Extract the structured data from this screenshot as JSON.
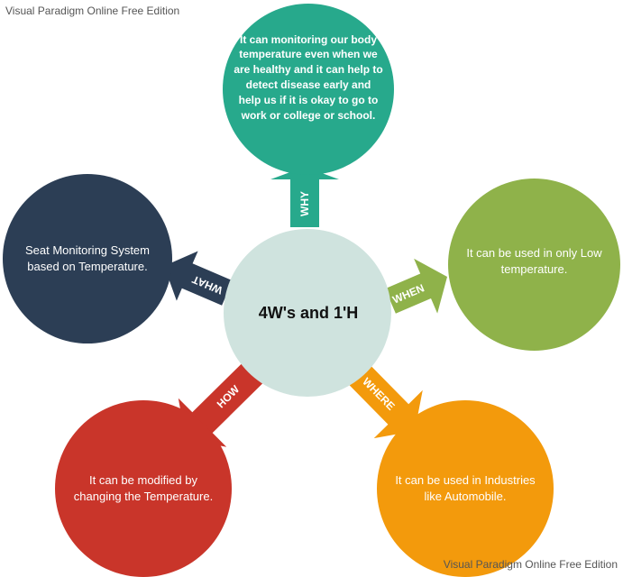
{
  "watermark": {
    "top": "Visual Paradigm Online Free Edition",
    "bottom": "Visual Paradigm Online Free Edition"
  },
  "center": {
    "title": "4W's and 1'H",
    "color": "#cfe3de"
  },
  "nodes": {
    "why": {
      "label": "WHY",
      "text": "It can monitoring our body temperature even when we are healthy and it can help to detect disease early and help us if it is okay to go to work or college or school.",
      "color": "#27a98c"
    },
    "what": {
      "label": "WHAT",
      "text": "Seat Monitoring System based on Temperature.",
      "color": "#2c3e55"
    },
    "when": {
      "label": "WHEN",
      "text": "It can be used in only Low temperature.",
      "color": "#8fb24a"
    },
    "how": {
      "label": "HOW",
      "text": "It can be modified by changing the Temperature.",
      "color": "#c9352a"
    },
    "where": {
      "label": "WHERE",
      "text": "It can be used in Industries like Automobile.",
      "color": "#f39a0c"
    }
  }
}
